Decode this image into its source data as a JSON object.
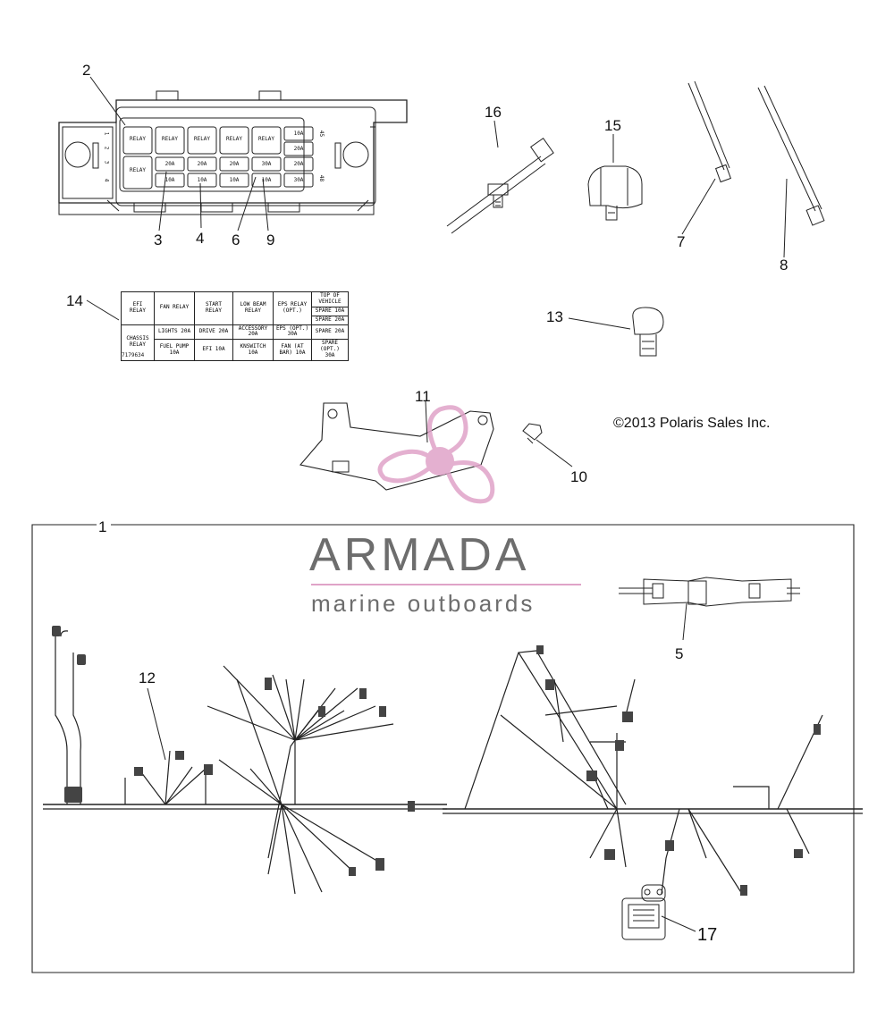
{
  "copyright": "©2013 Polaris Sales Inc.",
  "watermark": {
    "brand": "ARMADA",
    "tagline": "marine outboards",
    "accent_color": "#e0a3c8",
    "text_color": "#6d6d6d"
  },
  "callouts": [
    "1",
    "2",
    "3",
    "4",
    "5",
    "6",
    "7",
    "8",
    "9",
    "10",
    "11",
    "12",
    "13",
    "14",
    "15",
    "16",
    "17"
  ],
  "fuse_box": {
    "relays": [
      "RELAY",
      "RELAY",
      "RELAY",
      "RELAY",
      "RELAY",
      "RELAY"
    ],
    "pins_left": [
      "1",
      "2",
      "3",
      "4"
    ],
    "pins_right": [
      "45",
      "48"
    ],
    "fuses": [
      "10A",
      "20A",
      "20A",
      "20A",
      "20A",
      "30A",
      "20A",
      "10A",
      "10A",
      "10A",
      "10A",
      "30A"
    ]
  },
  "fuse_label": {
    "row1": [
      "EFI RELAY",
      "FAN RELAY",
      "START RELAY",
      "LOW BEAM RELAY",
      "EPS RELAY (OPT.)",
      "TOP OF VEHICLE"
    ],
    "spares": [
      "SPARE 10A",
      "SPARE 20A"
    ],
    "chassis": "CHASSIS RELAY",
    "row2": [
      "LIGHTS 20A",
      "DRIVE 20A",
      "ACCESSORY 20A",
      "EPS (OPT.) 30A",
      "SPARE 20A"
    ],
    "row3": [
      "FUEL PUMP 10A",
      "EFI 10A",
      "KNSWITCH 10A",
      "FAN (AT BAR) 10A",
      "SPARE (OPT.) 30A"
    ],
    "part_no": "7179634"
  }
}
